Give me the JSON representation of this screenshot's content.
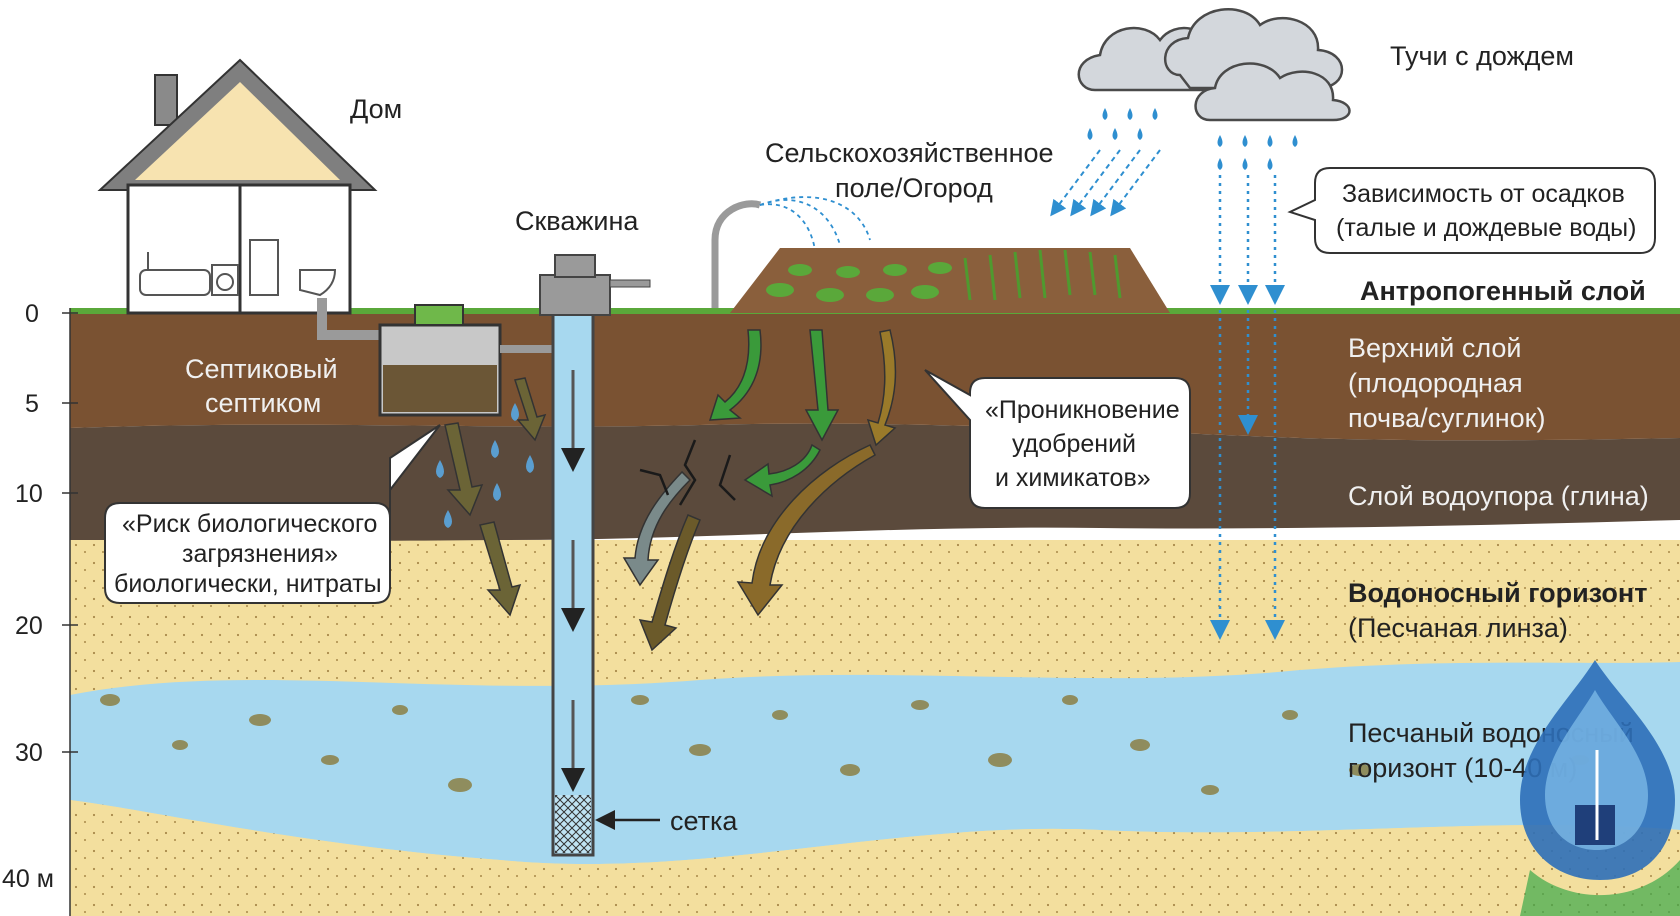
{
  "labels": {
    "house": "Дом",
    "well": "Скважина",
    "field_line1": "Сельскохозяйственное",
    "field_line2": "поле/Огород",
    "clouds": "Тучи с дождем",
    "septic_line1": "Септиковый",
    "septic_line2": "септиком",
    "mesh": "сетка"
  },
  "callouts": {
    "precipitation_line1": "Зависимость от осадков",
    "precipitation_line2": "(талые и дождевые воды)",
    "fertilizer_line1": "«Проникновение",
    "fertilizer_line2": "удобрений",
    "fertilizer_line3": "и химикатов»",
    "bio_line1": "«Риск биологического",
    "bio_line2": "загрязнения»",
    "bio_line3": "биологически, нитраты"
  },
  "layers": {
    "anthropogenic": "Антропогенный слой",
    "topsoil_line1": "Верхний слой",
    "topsoil_line2": "(плодородная",
    "topsoil_line3": "почва/суглинок)",
    "clay": "Слой водоупора (глина)",
    "aquifer_title": "Водоносный горизонт",
    "aquifer_sub": "(Песчаная линза)",
    "deep_line1": "Песчаный водоносный",
    "deep_line2": "горизонт (10-40 м)"
  },
  "depth_scale": [
    "0",
    "5",
    "10",
    "20",
    "30",
    "40 м"
  ],
  "colors": {
    "grass": "#5aa83a",
    "topsoil": "#7a5232",
    "clay": "#5b4a3c",
    "sand": "#f3df9e",
    "water": "#a7d8ef",
    "rain": "#2f8fd0",
    "green_arrow": "#3a9a3a",
    "brown_arrow": "#9a7a2a"
  }
}
